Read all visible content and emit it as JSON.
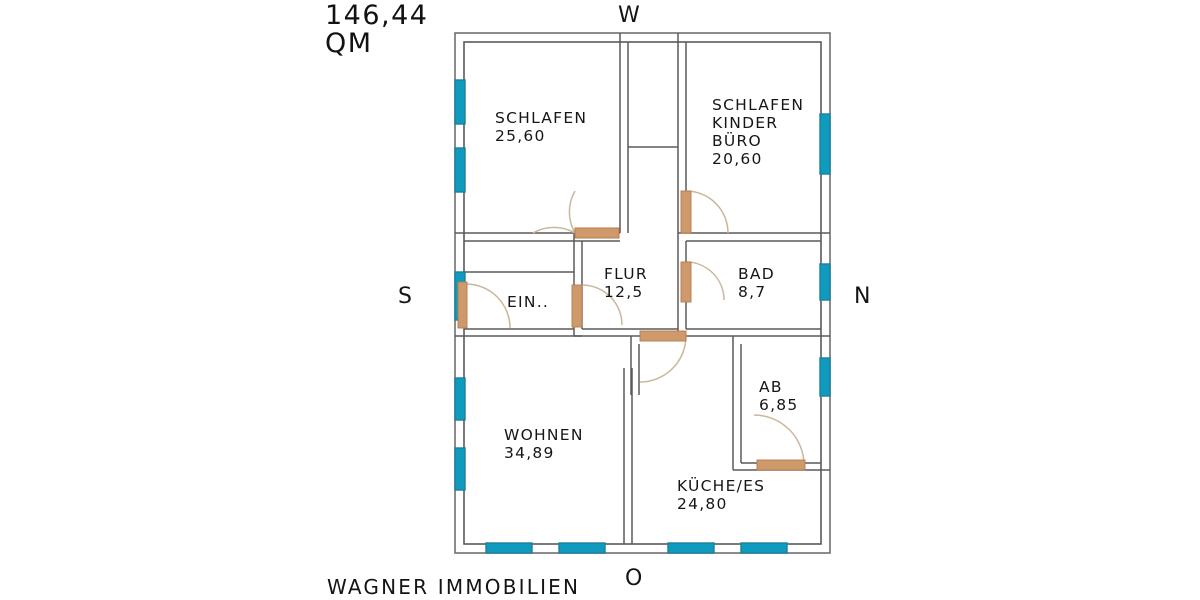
{
  "document": {
    "type": "floor-plan",
    "total_area_text": "146,44\nQM",
    "total_area_value": "146,44",
    "unit": "QM",
    "footer_brand": "WAGNER IMMOBILIEN"
  },
  "compass": {
    "top_label": "W",
    "left_label": "S",
    "right_label": "N",
    "bottom_label": "O"
  },
  "rooms": [
    {
      "id": "schlafen",
      "name": "SCHLAFEN",
      "area": "25,60",
      "label": "SCHLAFEN\n25,60"
    },
    {
      "id": "schlafen_kind",
      "name": "SCHLAFEN KINDER BÜRO",
      "area": "20,60",
      "label": "SCHLAFEN\nKINDER\nBÜRO\n20,60"
    },
    {
      "id": "flur",
      "name": "FLUR",
      "area": "12,5",
      "label": "FLUR\n12,5"
    },
    {
      "id": "bad",
      "name": "BAD",
      "area": "8,7",
      "label": "BAD\n8,7"
    },
    {
      "id": "eingang",
      "name": "EIN..",
      "area": "",
      "label": "EIN.."
    },
    {
      "id": "wohnen",
      "name": "WOHNEN",
      "area": "34,89",
      "label": "WOHNEN\n34,89"
    },
    {
      "id": "kueche",
      "name": "KÜCHE/ES",
      "area": "24,80",
      "label": "KÜCHE/ES\n24,80"
    },
    {
      "id": "abstell",
      "name": "AB",
      "area": "6,85",
      "label": "AB\n6,85"
    }
  ],
  "colors": {
    "wall_stroke": "#4a4a4a",
    "wall_inner_stroke": "#8d8d8d",
    "window_fill": "#0f9bbf",
    "window_stroke": "#1c7f99",
    "door_leaf": "#cf9a6b",
    "door_arc": "#c9b79c",
    "background": "#ffffff",
    "text": "#161616"
  },
  "windows": {
    "left_wall_count": 5,
    "right_wall_count": 3,
    "bottom_wall_count": 4,
    "top_wall_count": 0
  },
  "doors": {
    "count": 6,
    "list": [
      {
        "id": "door-schlafen",
        "room": "SCHLAFEN"
      },
      {
        "id": "door-schlafen-kind",
        "room": "SCHLAFEN KINDER BÜRO"
      },
      {
        "id": "door-flur",
        "room": "FLUR"
      },
      {
        "id": "door-bad",
        "room": "BAD"
      },
      {
        "id": "door-eingang",
        "room": "EIN.."
      },
      {
        "id": "door-abstell",
        "room": "AB"
      }
    ]
  }
}
